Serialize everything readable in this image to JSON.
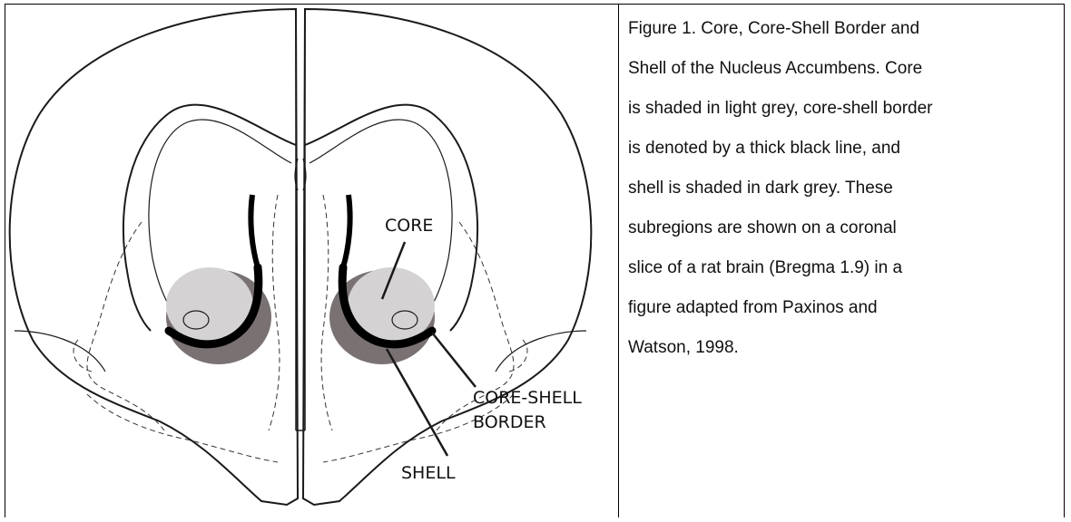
{
  "figure": {
    "labels": {
      "core": "CORE",
      "core_shell_1": "CORE-SHELL",
      "core_shell_2": "BORDER",
      "shell": "SHELL"
    },
    "colors": {
      "core_fill": "#d4d2d2",
      "shell_fill": "#7a7272",
      "border_line": "#000000",
      "outline": "#1a1a1a"
    }
  },
  "caption": {
    "lines": [
      "Figure 1. Core, Core-Shell Border and",
      "Shell of the Nucleus Accumbens. Core",
      "is shaded in light grey, core-shell border",
      "is denoted by a thick black line, and",
      "shell is shaded in dark grey. These",
      "subregions are shown on a coronal",
      "slice of a rat brain (Bregma 1.9) in a",
      "figure adapted from Paxinos and",
      "Watson, 1998."
    ]
  }
}
